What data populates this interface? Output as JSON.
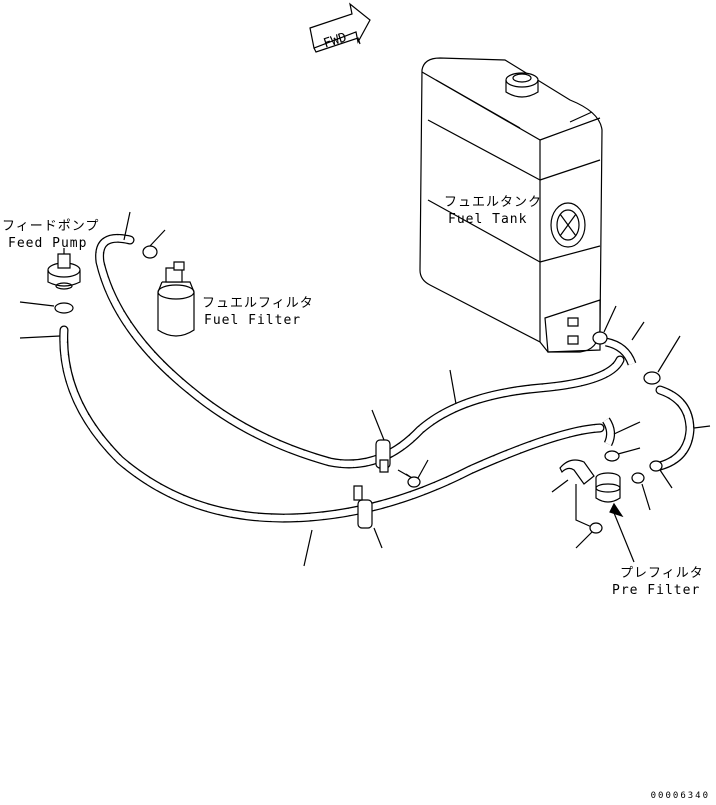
{
  "direction_arrow": {
    "text": "FWD"
  },
  "labels": {
    "feed_pump": {
      "jp": "フィードポンプ",
      "en": "Feed Pump"
    },
    "fuel_filter": {
      "jp": "フュエルフィルタ",
      "en": "Fuel Filter"
    },
    "fuel_tank": {
      "jp": "フュエルタンク",
      "en": "Fuel Tank"
    },
    "pre_filter": {
      "jp": "プレフィルタ",
      "en": "Pre Filter"
    }
  },
  "document_number": "00006340"
}
